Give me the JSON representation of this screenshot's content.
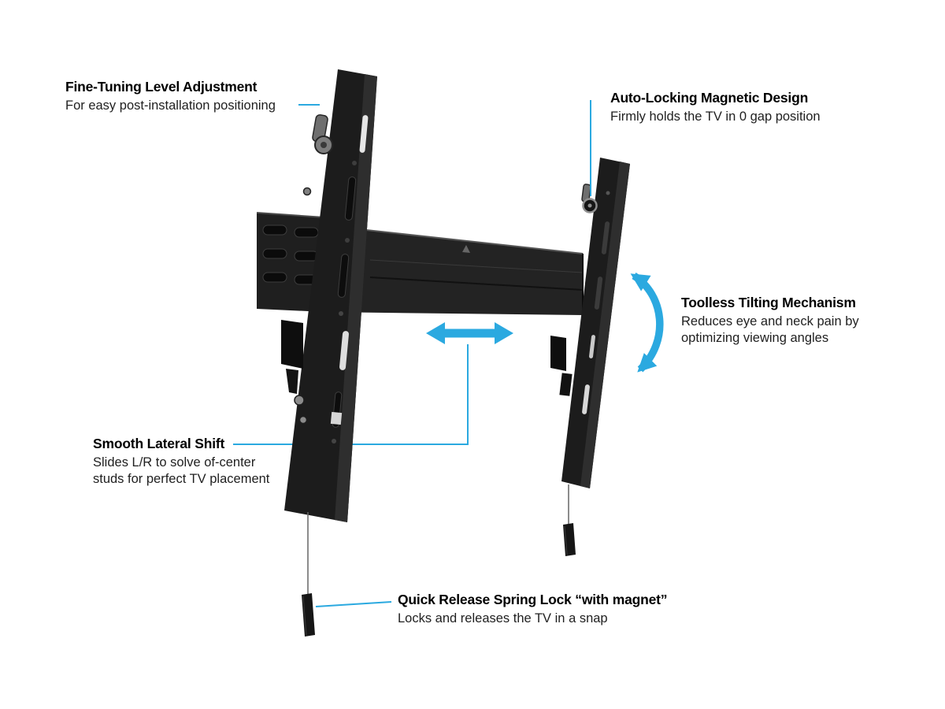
{
  "colors": {
    "accent": "#2BA9E0",
    "background": "#FFFFFF",
    "mount_body": "#1C1C1C"
  },
  "callouts": {
    "fine_tuning": {
      "title": "Fine-Tuning Level Adjustment",
      "description": "For easy post-installation positioning"
    },
    "auto_locking": {
      "title": "Auto-Locking Magnetic Design",
      "description": "Firmly holds the TV in 0 gap position"
    },
    "toolless_tilting": {
      "title": "Toolless Tilting Mechanism",
      "description": "Reduces eye and neck pain by optimizing viewing angles"
    },
    "lateral_shift": {
      "title": "Smooth Lateral Shift",
      "description": "Slides L/R to solve of-center studs for perfect TV placement"
    },
    "quick_release": {
      "title": "Quick Release Spring Lock “with magnet”",
      "description": "Locks and releases the TV in a snap"
    }
  },
  "icons": {
    "lateral_shift_arrow": "horizontal-double-arrow",
    "tilt_arrow": "curved-double-arrow"
  }
}
